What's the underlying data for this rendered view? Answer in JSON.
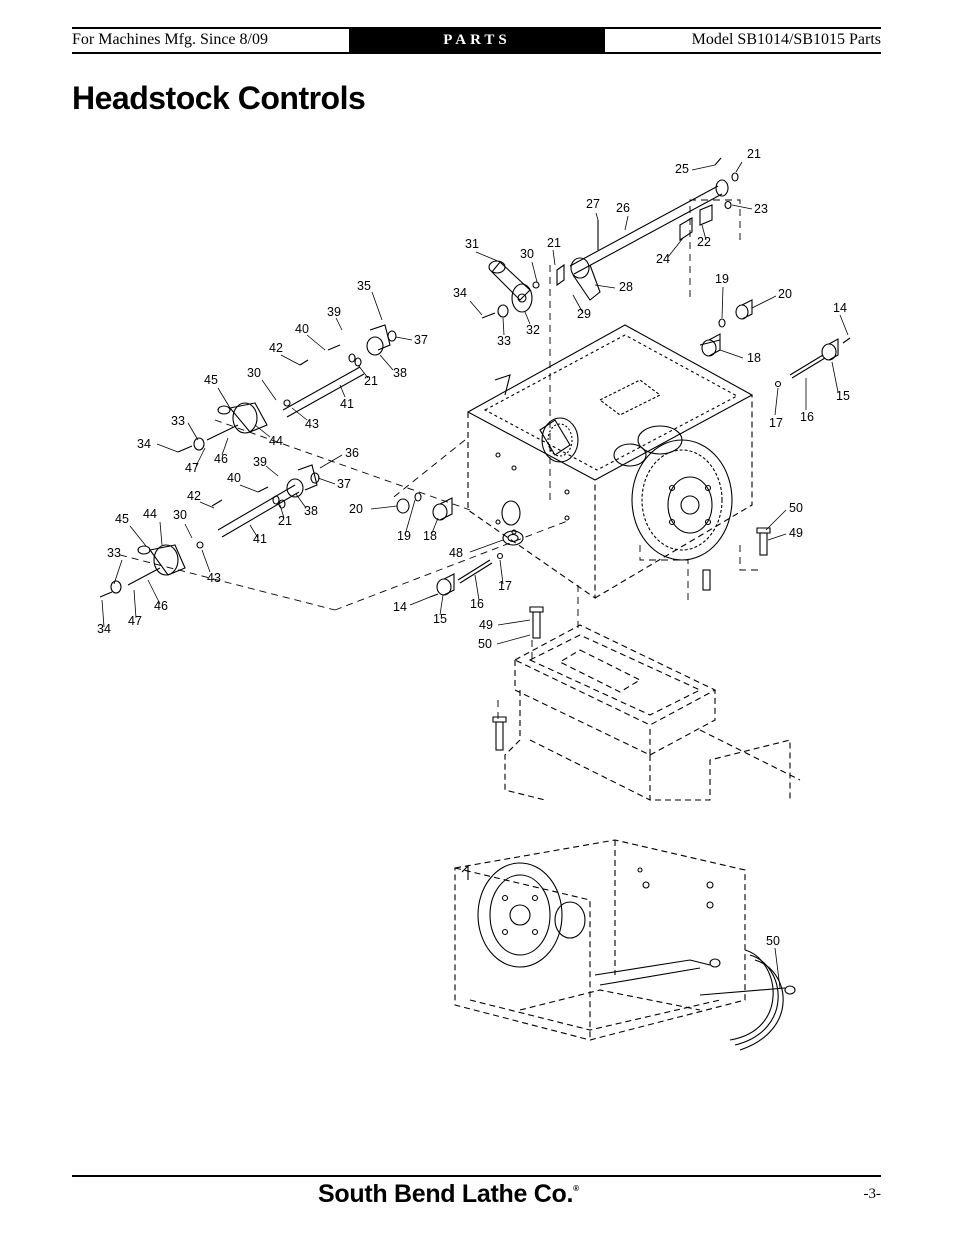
{
  "header": {
    "left": "For Machines Mfg. Since 8/09",
    "center": "PARTS",
    "right": "Model SB1014/SB1015 Parts"
  },
  "title": "Headstock Controls",
  "callouts": {
    "c14": "14",
    "c15": "15",
    "c16": "16",
    "c17": "17",
    "c18": "18",
    "c19": "19",
    "c20": "20",
    "c21": "21",
    "c22": "22",
    "c23": "23",
    "c24": "24",
    "c25": "25",
    "c26": "26",
    "c27": "27",
    "c28": "28",
    "c29": "29",
    "c30": "30",
    "c31": "31",
    "c32": "32",
    "c33": "33",
    "c34": "34",
    "c35": "35",
    "c36": "36",
    "c37": "37",
    "c38": "38",
    "c39": "39",
    "c40": "40",
    "c41": "41",
    "c42": "42",
    "c43": "43",
    "c44": "44",
    "c45": "45",
    "c46": "46",
    "c47": "47",
    "c48": "48",
    "c49": "49",
    "c50": "50"
  },
  "footer": {
    "brand": "South Bend Lathe Co.",
    "page": "-3-"
  }
}
